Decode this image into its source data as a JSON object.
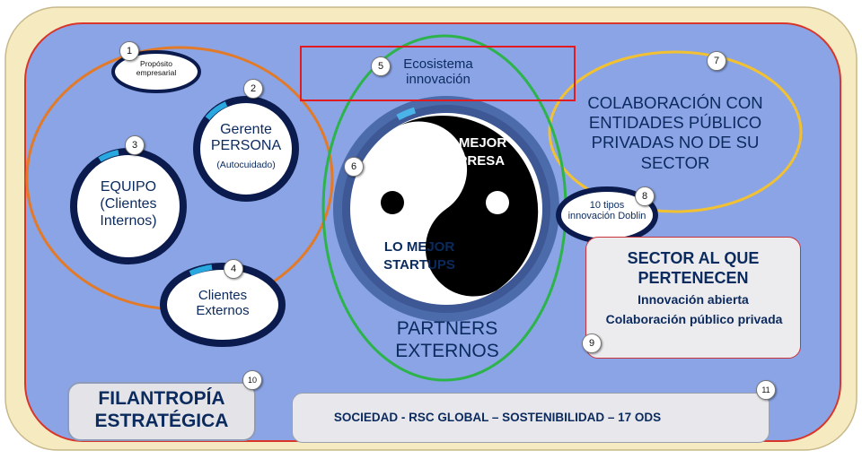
{
  "nodes": {
    "proposito": "Propósito empresarial",
    "gerente": {
      "title": "Gerente PERSONA",
      "sub": "(Autocuidado)"
    },
    "equipo": "EQUIPO (Clientes Internos)",
    "clientes_externos": "Clientes Externos",
    "ecosistema": "Ecosistema innovación",
    "colaboracion": "COLABORACIÓN CON ENTIDADES PÚBLICO PRIVADAS NO DE SU SECTOR",
    "doblin": "10 tipos innovación Doblin",
    "yin_yang": {
      "empresa": "LO MEJOR EMPRESA",
      "startups": "LO MEJOR STARTUPS"
    },
    "partners": "PARTNERS EXTERNOS",
    "sector": {
      "title": "SECTOR AL QUE PERTENECEN",
      "line1": "Innovación abierta",
      "line2": "Colaboración público privada"
    },
    "filantropia": "FILANTROPÍA ESTRATÉGICA",
    "sociedad": "SOCIEDAD - RSC GLOBAL – SOSTENIBILIDAD – 17 ODS"
  },
  "numbers": [
    "1",
    "2",
    "3",
    "4",
    "5",
    "6",
    "7",
    "8",
    "9",
    "10",
    "11"
  ],
  "colors": {
    "outer_frame": "#f5eac0",
    "panel": "#8aa4e6",
    "panel_border": "#d9362b",
    "circle_ring": "#0b1b4d",
    "text_navy": "#0b2a5e",
    "orange_loop": "#e27a28",
    "green_loop": "#2cb34a",
    "yellow_loop": "#f2c132",
    "red_box": "#e01b22"
  },
  "sdg_colors": [
    "#e5243b",
    "#dda63a",
    "#4c9f38",
    "#c5192d",
    "#ff3a21",
    "#26bde2",
    "#fcc30b",
    "#a21942",
    "#fd6925",
    "#dd1367",
    "#fd9d24",
    "#bf8b2e",
    "#3f7e44",
    "#0a97d9",
    "#56c02b",
    "#00689d",
    "#19486a"
  ]
}
